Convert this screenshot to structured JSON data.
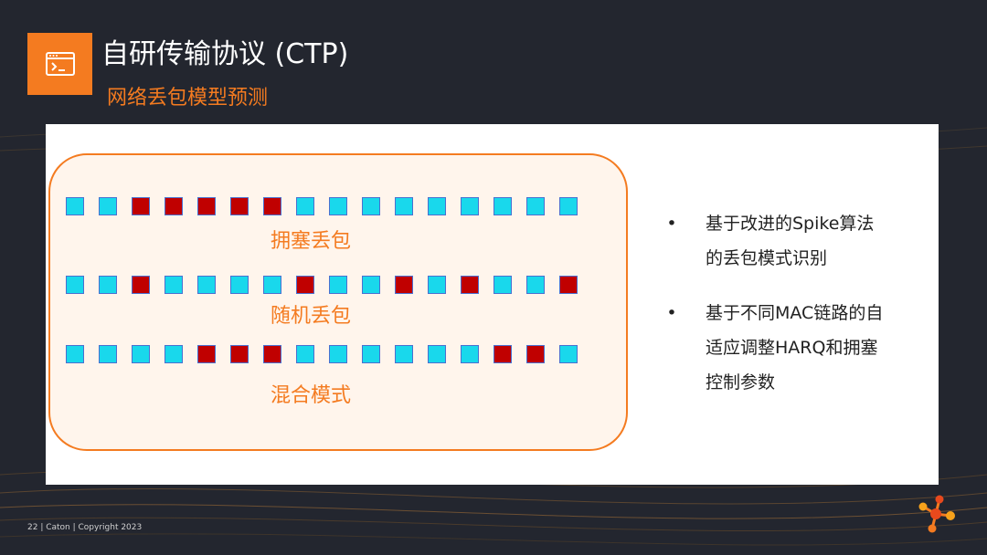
{
  "slide": {
    "title": "自研传输协议 (CTP)",
    "subtitle": "网络丢包模型预测",
    "title_icon": "terminal-window-icon",
    "footer": "22 | Caton | Copyright 2023",
    "logo": "caton-logo-icon"
  },
  "colors": {
    "background": "#23262f",
    "accent": "#f47b20",
    "packet_ok": "#19d8ec",
    "packet_lost": "#c00000",
    "panel": "#ffffff"
  },
  "patterns": [
    {
      "label": "拥塞丢包",
      "packets": [
        "ok",
        "ok",
        "lost",
        "lost",
        "lost",
        "lost",
        "lost",
        "ok",
        "ok",
        "ok",
        "ok",
        "ok",
        "ok",
        "ok",
        "ok",
        "ok"
      ]
    },
    {
      "label": "随机丢包",
      "packets": [
        "ok",
        "ok",
        "lost",
        "ok",
        "ok",
        "ok",
        "ok",
        "lost",
        "ok",
        "ok",
        "lost",
        "ok",
        "lost",
        "ok",
        "ok",
        "lost"
      ]
    },
    {
      "label": "混合模式",
      "packets": [
        "ok",
        "ok",
        "ok",
        "ok",
        "lost",
        "lost",
        "lost",
        "ok",
        "ok",
        "ok",
        "ok",
        "ok",
        "ok",
        "lost",
        "lost",
        "ok"
      ]
    }
  ],
  "bullets": [
    {
      "marker": "•",
      "lines": [
        "基于改进的Spike算法",
        "的丢包模式识别"
      ]
    },
    {
      "marker": "•",
      "lines": [
        "基于不同MAC链路的自",
        "适应调整HARQ和拥塞",
        "控制参数"
      ]
    }
  ]
}
